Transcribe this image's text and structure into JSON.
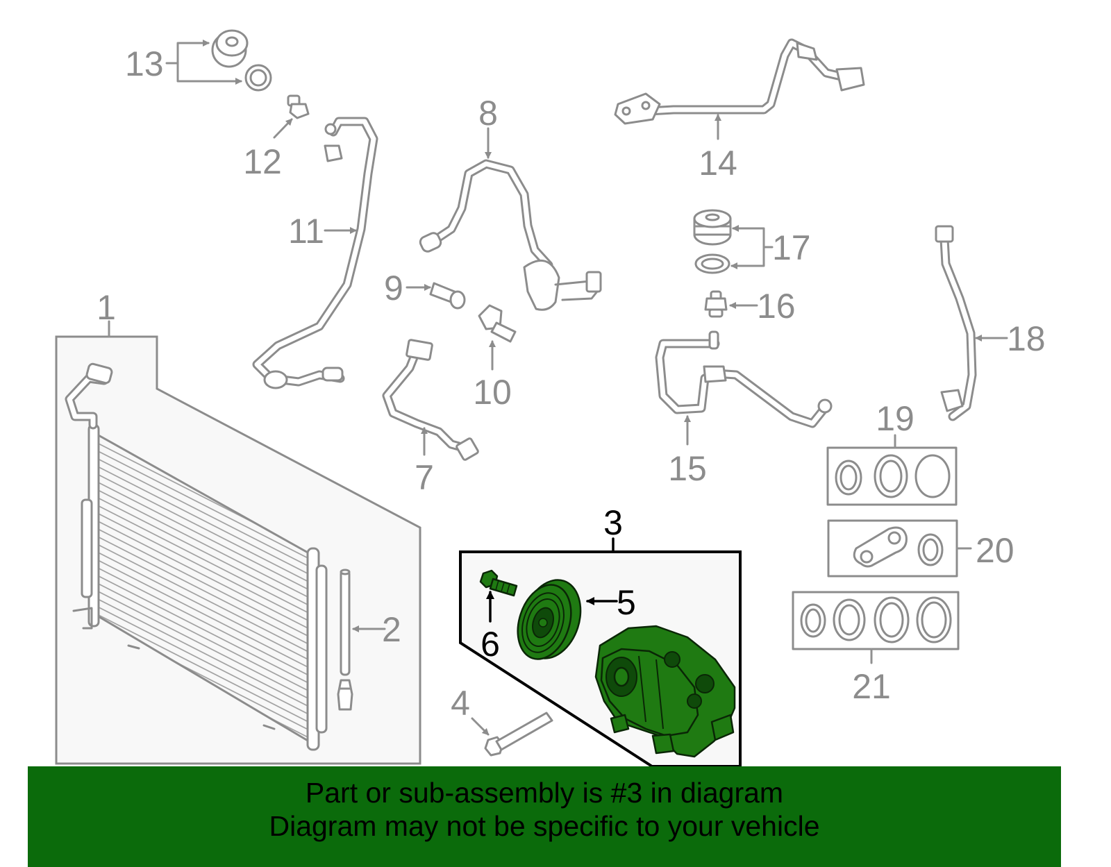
{
  "callouts": {
    "c1": "1",
    "c2": "2",
    "c3": "3",
    "c4": "4",
    "c5": "5",
    "c6": "6",
    "c7": "7",
    "c8": "8",
    "c9": "9",
    "c10": "10",
    "c11": "11",
    "c12": "12",
    "c13": "13",
    "c14": "14",
    "c15": "15",
    "c16": "16",
    "c17": "17",
    "c18": "18",
    "c19": "19",
    "c20": "20",
    "c21": "21"
  },
  "highlighted_part": "3",
  "colors": {
    "highlight": "#1f7a12",
    "banner_background": "#0b6b0b",
    "line_art": "#8c8c8c"
  },
  "banner": {
    "line1": "Part or sub-assembly is #3 in diagram",
    "line2": "Diagram may not be specific to your vehicle"
  }
}
